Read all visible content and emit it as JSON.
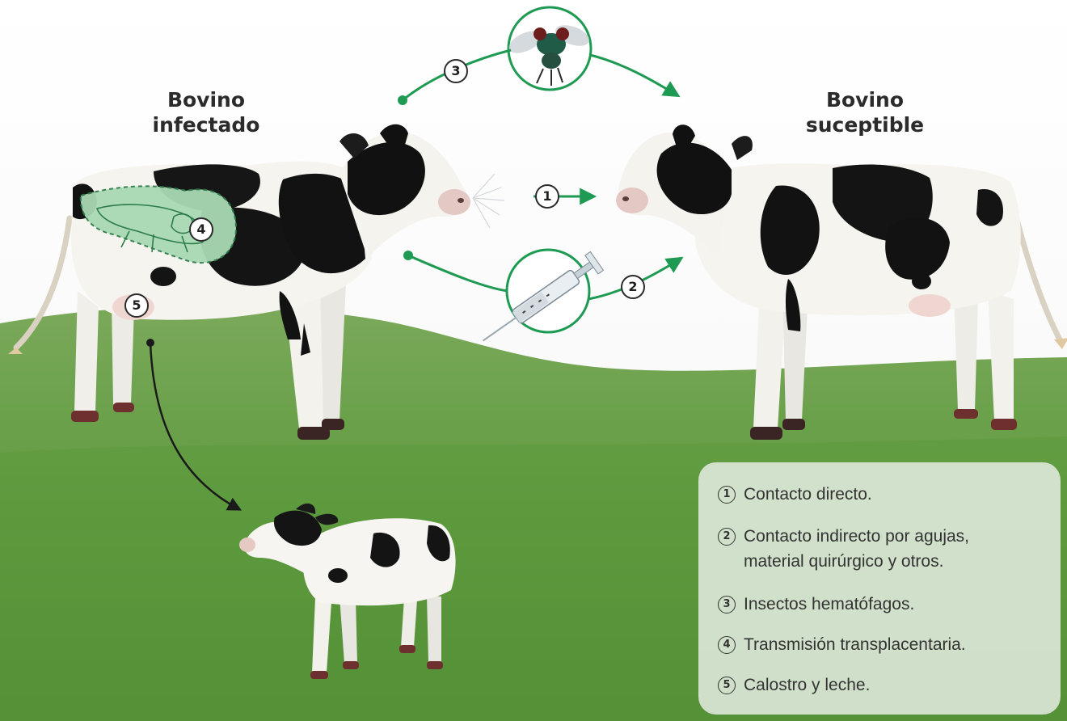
{
  "titles": {
    "infected": "Bovino\ninfectado",
    "susceptible": "Bovino\nsuceptible"
  },
  "markers": {
    "m1": "1",
    "m2": "2",
    "m3": "3",
    "m4": "4",
    "m5": "5"
  },
  "legend": {
    "items": [
      {
        "num": "1",
        "text": "Contacto directo."
      },
      {
        "num": "2",
        "text": "Contacto indirecto por agujas,\nmaterial quirúrgico y otros."
      },
      {
        "num": "3",
        "text": "Insectos hematófagos."
      },
      {
        "num": "4",
        "text": "Transmisión transplacentaria."
      },
      {
        "num": "5",
        "text": "Calostro y leche."
      }
    ]
  },
  "colors": {
    "arrow_green": "#1e9a52",
    "arrow_black": "#1a1a1a",
    "grass": "#6fa04a",
    "uterus_fill": "#a9d8b4"
  }
}
